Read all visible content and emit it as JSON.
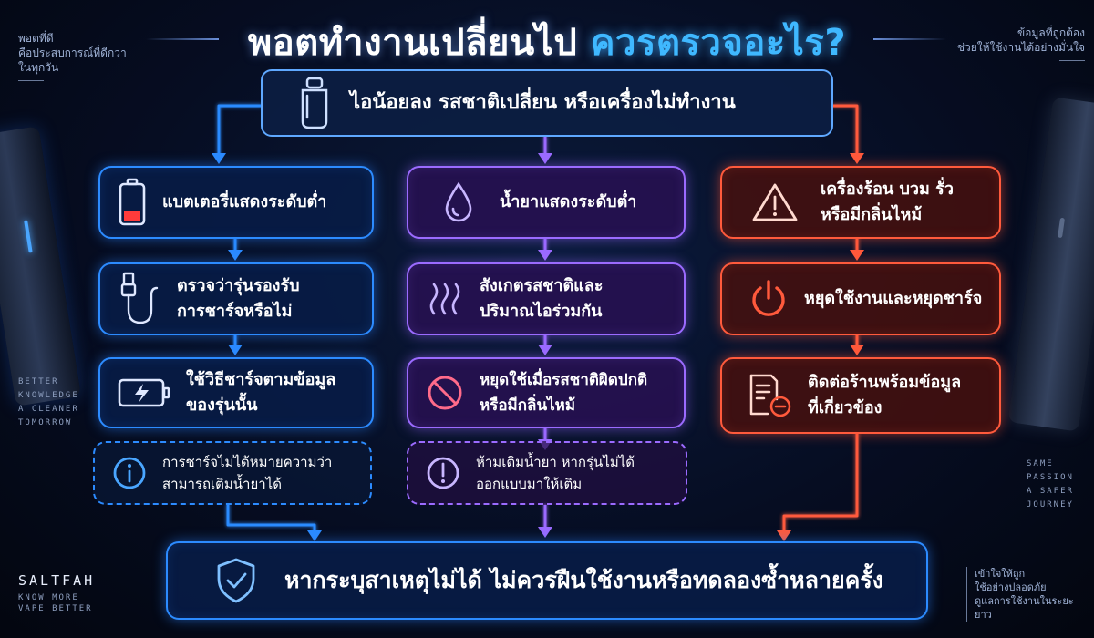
{
  "title": {
    "part1": "พอตทำงานเปลี่ยนไป",
    "part2": "ควรตรวจอะไร?"
  },
  "side_top_left": [
    "พอตที่ดี",
    "คือประสบการณ์ที่ดีกว่า",
    "ในทุกวัน"
  ],
  "side_top_right": [
    "ข้อมูลที่ถูกต้อง",
    "ช่วยให้ใช้งานได้อย่างมั่นใจ"
  ],
  "side_mid_left": [
    "BETTER",
    "KNOWLEDGE",
    "A CLEANER",
    "TOMORROW"
  ],
  "side_mid_right": [
    "SAME",
    "PASSION",
    "A SAFER",
    "JOURNEY"
  ],
  "brand": {
    "name": "SALTFAH",
    "tag1": "KNOW MORE",
    "tag2": "VAPE BETTER"
  },
  "side_bottom_right": [
    "เข้าใจให้ถูก",
    "ใช้อย่างปลอดภัย",
    "ดูแลการใช้งานในระยะยาว"
  ],
  "top_box": "ไอน้อยลง รสชาติเปลี่ยน หรือเครื่องไม่ทำงาน",
  "columns": {
    "left": [
      "แบตเตอรี่แสดงระดับต่ำ",
      "ตรวจว่ารุ่นรองรับ\nการชาร์จหรือไม่",
      "ใช้วิธีชาร์จตามข้อมูล\nของรุ่นนั้น"
    ],
    "left_note": "การชาร์จไม่ได้หมายความว่า\nสามารถเติมน้ำยาได้",
    "middle": [
      "น้ำยาแสดงระดับต่ำ",
      "สังเกตรสชาติและ\nปริมาณไอร่วมกัน",
      "หยุดใช้เมื่อรสชาติผิดปกติ\nหรือมีกลิ่นไหม้"
    ],
    "middle_note": "ห้ามเติมน้ำยา หากรุ่นไม่ได้\nออกแบบมาให้เติม",
    "right": [
      "เครื่องร้อน บวม รั่ว\nหรือมีกลิ่นไหม้",
      "หยุดใช้งานและหยุดชาร์จ",
      "ติดต่อร้านพร้อมข้อมูล\nที่เกี่ยวข้อง"
    ]
  },
  "bottom_box": "หากระบุสาเหตุไม่ได้ ไม่ควรฝืนใช้งานหรือทดลองซ้ำหลายครั้ง",
  "colors": {
    "blue": "#2c8bff",
    "purple": "#9b6bff",
    "red": "#ff5a3c",
    "cyan": "#3fb8ff"
  },
  "icons": [
    "pod-icon",
    "battery-low-icon",
    "cable-icon",
    "charging-battery-icon",
    "info-icon",
    "droplet-icon",
    "vapor-icon",
    "no-symbol-icon",
    "exclamation-icon",
    "warning-icon",
    "power-icon",
    "document-chat-icon",
    "shield-check-icon"
  ]
}
